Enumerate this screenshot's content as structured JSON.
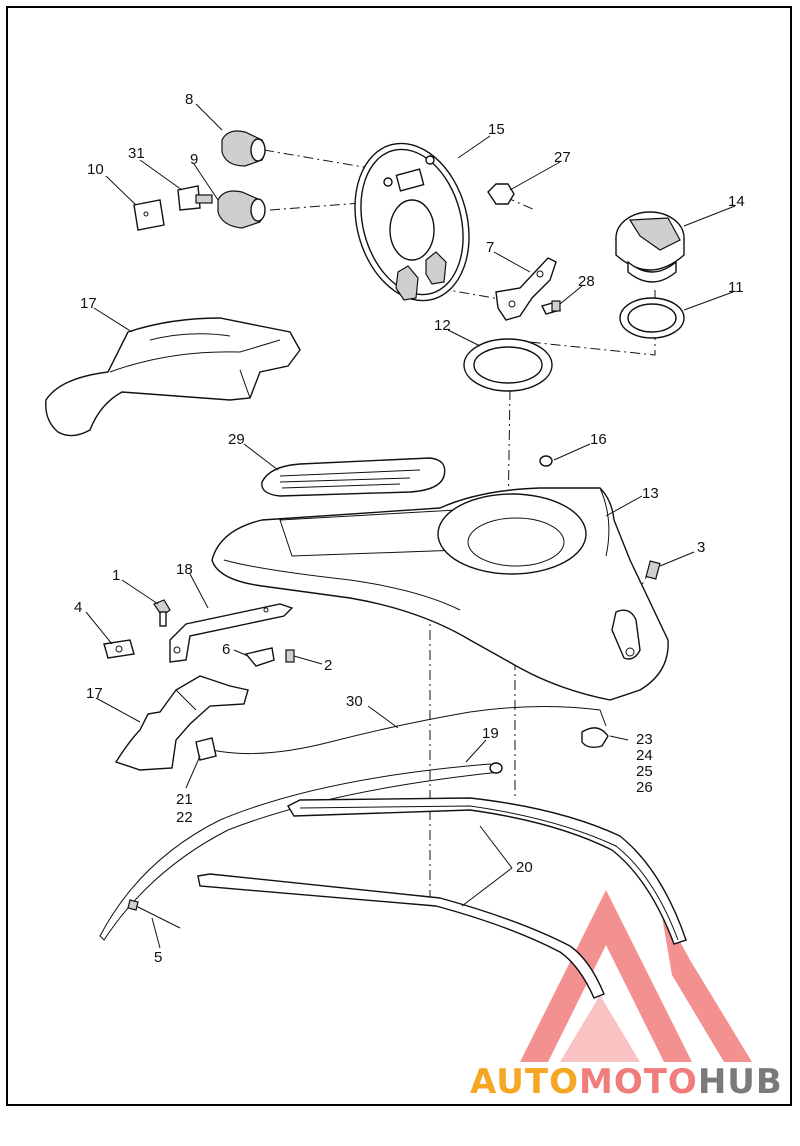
{
  "diagram": {
    "callouts": [
      "1",
      "2",
      "3",
      "4",
      "5",
      "6",
      "7",
      "8",
      "9",
      "10",
      "11",
      "12",
      "13",
      "14",
      "15",
      "16",
      "17",
      "17",
      "18",
      "19",
      "20",
      "21",
      "22",
      "23",
      "24",
      "25",
      "26",
      "27",
      "28",
      "29",
      "30",
      "31"
    ]
  },
  "watermark": {
    "text_a": "AUTO",
    "text_b": "MOTO",
    "text_c": "HUB",
    "color_a": "#f5a623",
    "color_b": "#f07c7c",
    "color_c": "#7a7a7a",
    "logo_color": "#f06b6b"
  }
}
